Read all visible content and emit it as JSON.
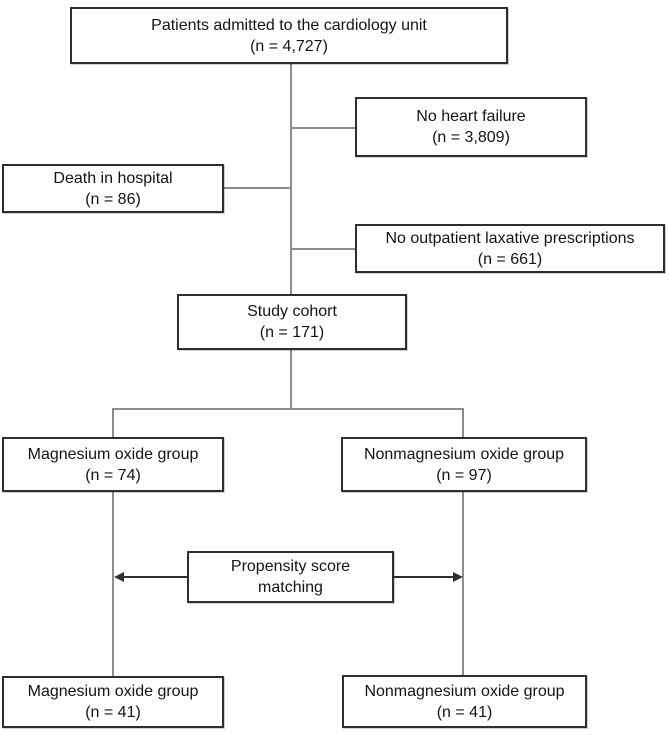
{
  "figure": {
    "type": "patient-flow-diagram",
    "background_color": "#ffffff",
    "box_border_color": "#2e2e2e",
    "connector_color": "#8d8d8d",
    "arrow_color": "#2f2f2f",
    "text_color": "#141414"
  },
  "nodes": {
    "admitted": {
      "line1": "Patients admitted to the cardiology unit",
      "line2": "(n = 4,727)"
    },
    "no_heart_failure": {
      "line1": "No heart failure",
      "line2": "(n = 3,809)"
    },
    "death_in_hospital": {
      "line1": "Death in hospital",
      "line2": "(n = 86)"
    },
    "no_laxative": {
      "line1": "No outpatient laxative prescriptions",
      "line2": "(n = 661)"
    },
    "study_cohort": {
      "line1": "Study cohort",
      "line2": "(n = 171)"
    },
    "mgo_group": {
      "line1": "Magnesium oxide group",
      "line2": "(n = 74)"
    },
    "non_mgo_group": {
      "line1": "Nonmagnesium oxide group",
      "line2": "(n = 97)"
    },
    "propensity": {
      "line1": "Propensity score",
      "line2": "matching"
    },
    "mgo_group_matched": {
      "line1": "Magnesium oxide group",
      "line2": "(n = 41)"
    },
    "non_mgo_group_matched": {
      "line1": "Nonmagnesium oxide group",
      "line2": "(n = 41)"
    }
  }
}
